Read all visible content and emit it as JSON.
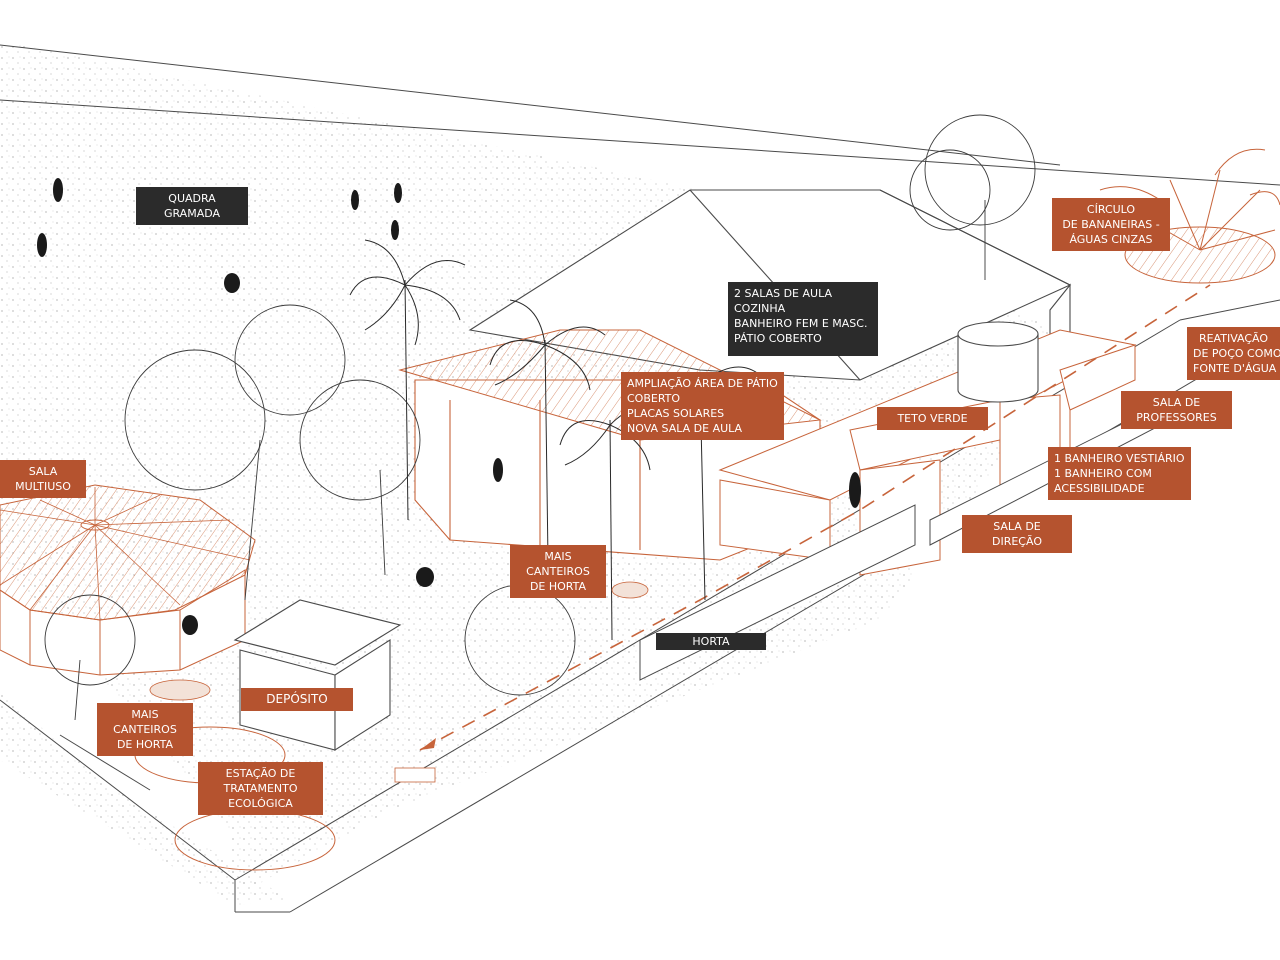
{
  "colors": {
    "label_orange": "#b5532f",
    "label_dark": "#2b2b2b",
    "line_orange": "#c7643b",
    "line_gray": "#4a4a4a"
  },
  "labels": {
    "quadra_gramada": [
      "QUADRA",
      "GRAMADA"
    ],
    "salas_de_aula": [
      "2 SALAS DE AULA",
      "COZINHA",
      "BANHEIRO FEM E MASC.",
      "PÁTIO COBERTO"
    ],
    "circulo_bananeiras": [
      "CÍRCULO",
      "DE BANANEIRAS -",
      "ÁGUAS CINZAS"
    ],
    "reativacao_poco": [
      "REATIVAÇÃO",
      "DE POÇO COMO",
      "FONTE D'ÁGUA"
    ],
    "ampliacao": [
      "AMPLIAÇÃO ÁREA DE PÁTIO",
      "COBERTO",
      "PLACAS SOLARES",
      "NOVA SALA DE AULA"
    ],
    "teto_verde": [
      "TETO VERDE"
    ],
    "sala_professores": [
      "SALA DE",
      "PROFESSORES"
    ],
    "banheiros": [
      "1 BANHEIRO VESTIÁRIO",
      "1 BANHEIRO COM",
      "ACESSIBILIDADE"
    ],
    "sala_direcao": [
      "SALA DE",
      "DIREÇÃO"
    ],
    "sala_multiuso": [
      "SALA",
      "MULTIUSO"
    ],
    "mais_canteiros_1": [
      "MAIS",
      "CANTEIROS",
      "DE HORTA"
    ],
    "horta": [
      "HORTA"
    ],
    "deposito": [
      "DEPÓSITO"
    ],
    "mais_canteiros_2": [
      "MAIS",
      "CANTEIROS",
      "DE HORTA"
    ],
    "estacao": [
      "ESTAÇÃO DE",
      "TRATAMENTO",
      "ECOLÓGICA"
    ]
  }
}
